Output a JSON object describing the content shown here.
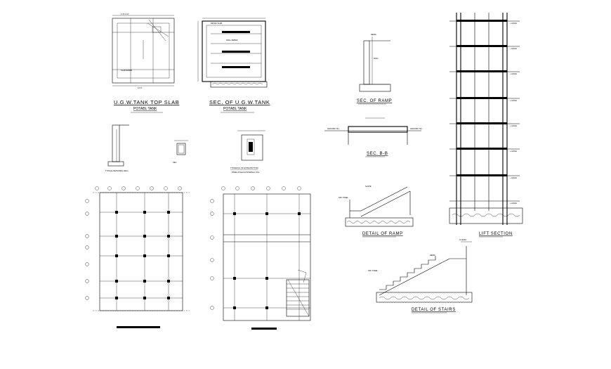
{
  "drawing": {
    "ugw_top_slab": {
      "title": "U.G.W.TANK TOP SLAB",
      "subtitle": "POTABL TANK"
    },
    "ugw_section": {
      "title": "SEC. OF U.G.W.TANK",
      "subtitle": "POTABL TANK"
    },
    "ramp_section": {
      "title": "SEC. OF RAMP"
    },
    "section_bb": {
      "title": "SEC. B-B"
    },
    "detail_ramp": {
      "title": "DETAIL OF RAMP"
    },
    "lift_section": {
      "title": "LIFT SECTION"
    },
    "detail_stairs": {
      "title": "DETAIL OF STAIRS"
    },
    "footing_detail": {
      "title": "TYP.DETAIL OF EXTRA BOTTOM",
      "subtitle": "STEEL AT EACH INTERNAL COL."
    }
  }
}
